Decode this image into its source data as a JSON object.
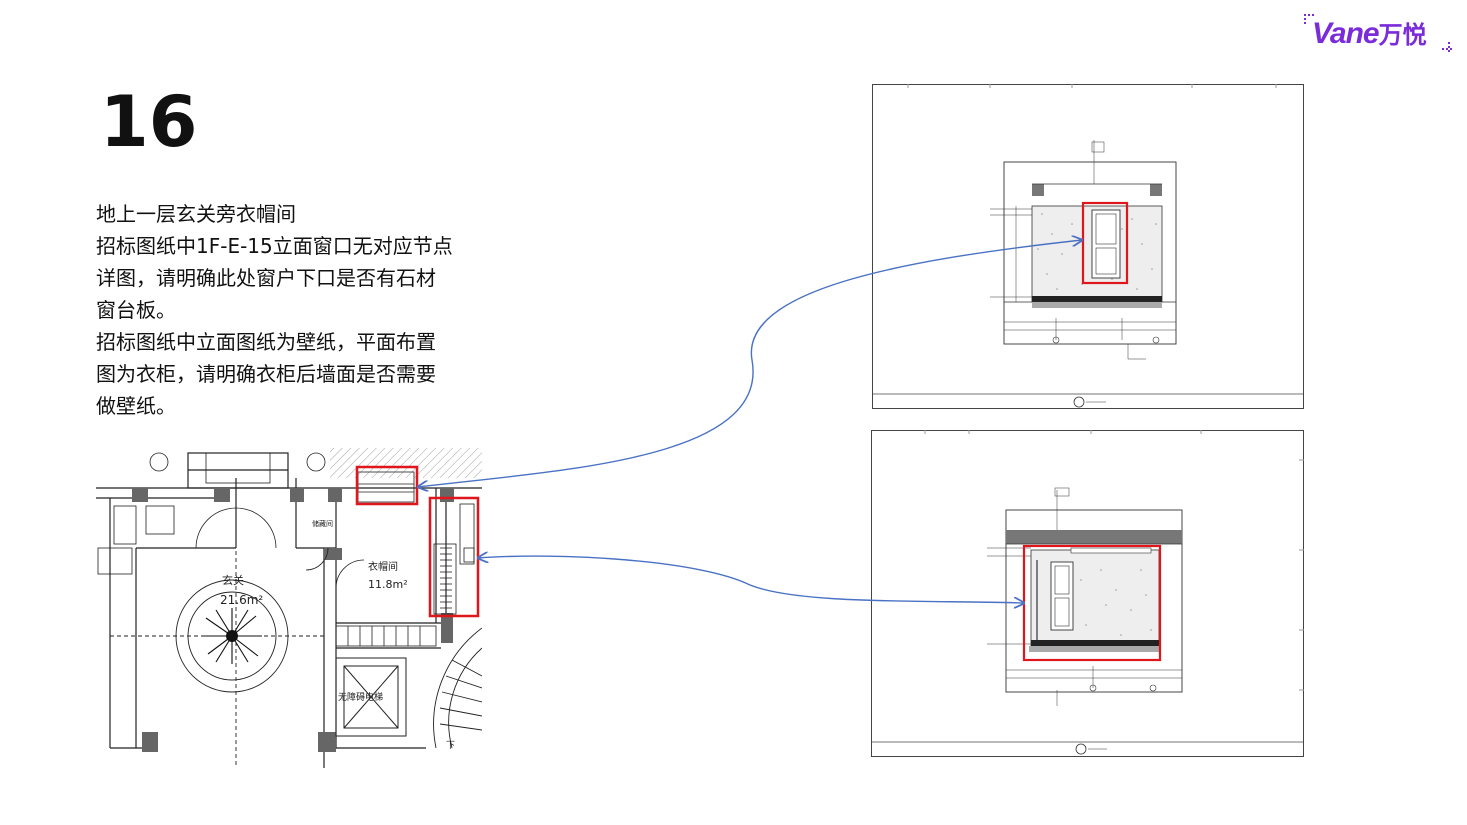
{
  "brand": {
    "latin": "Vane",
    "chinese": "万悦",
    "color": "#7b2cd9"
  },
  "page": {
    "number": "16"
  },
  "description": {
    "lines": [
      "地上一层玄关旁衣帽间",
      "招标图纸中1F-E-15立面窗口无对应节点",
      "详图，请明确此处窗户下口是否有石材",
      "窗台板。",
      "招标图纸中立面图纸为壁纸，平面布置",
      "图为衣柜，请明确衣柜后墙面是否需要",
      "做壁纸。"
    ]
  },
  "floor_plan": {
    "room_labels": {
      "foyer": "玄关",
      "foyer_area": "21.6m²",
      "cloakroom": "衣帽间",
      "cloakroom_area": "11.8m²",
      "elevator": "无障碍电梯",
      "small_label": "储藏间",
      "down_mark": "下"
    }
  },
  "colors": {
    "highlight": "#e0161c",
    "arrow": "#4a72c4",
    "line": "#222222"
  }
}
